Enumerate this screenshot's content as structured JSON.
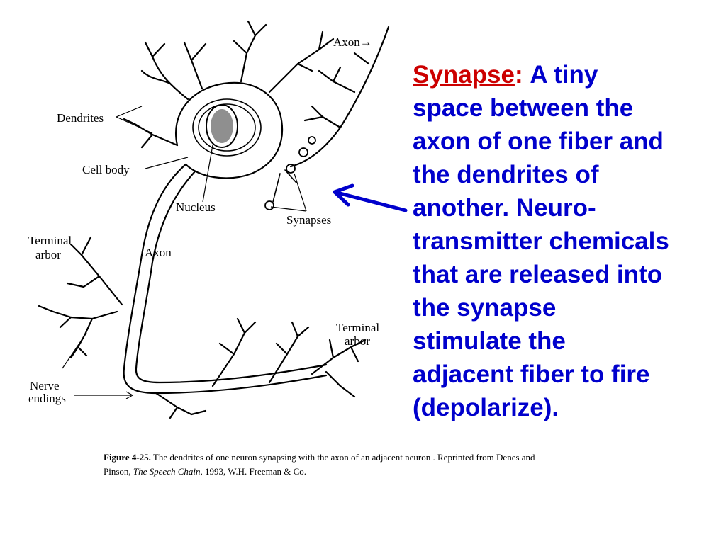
{
  "definition": {
    "term": "Synapse",
    "colon": ":",
    "lines": [
      "A tiny",
      "space between the",
      "axon of one fiber and",
      "the dendrites of",
      "another. Neuro-",
      "transmitter chemicals",
      "that are released into",
      "the synapse",
      "stimulate the",
      "adjacent fiber to fire",
      "(depolarize)."
    ]
  },
  "labels": {
    "axon_top": "Axon→",
    "dendrites": "Dendrites",
    "cell_body": "Cell body",
    "nucleus": "Nucleus",
    "synapses": "Synapses",
    "terminal_arbor_left_1": "Terminal",
    "terminal_arbor_left_2": "arbor",
    "axon_middle": "Axon",
    "terminal_arbor_right_1": "Terminal",
    "terminal_arbor_right_2": "arbor",
    "nerve_endings_1": "Nerve",
    "nerve_endings_2": "endings"
  },
  "caption": {
    "figure_label": "Figure 4-25.",
    "text_1": " The dendrites of one neuron synapsing with the axon of an adjacent neuron . Reprinted from Denes and Pinson, ",
    "book_title": "The Speech Chain",
    "text_2": ", 1993, W.H. Freeman & Co."
  },
  "colors": {
    "definition_text": "#0000cc",
    "term": "#cc0000",
    "arrow": "#0000cc"
  }
}
